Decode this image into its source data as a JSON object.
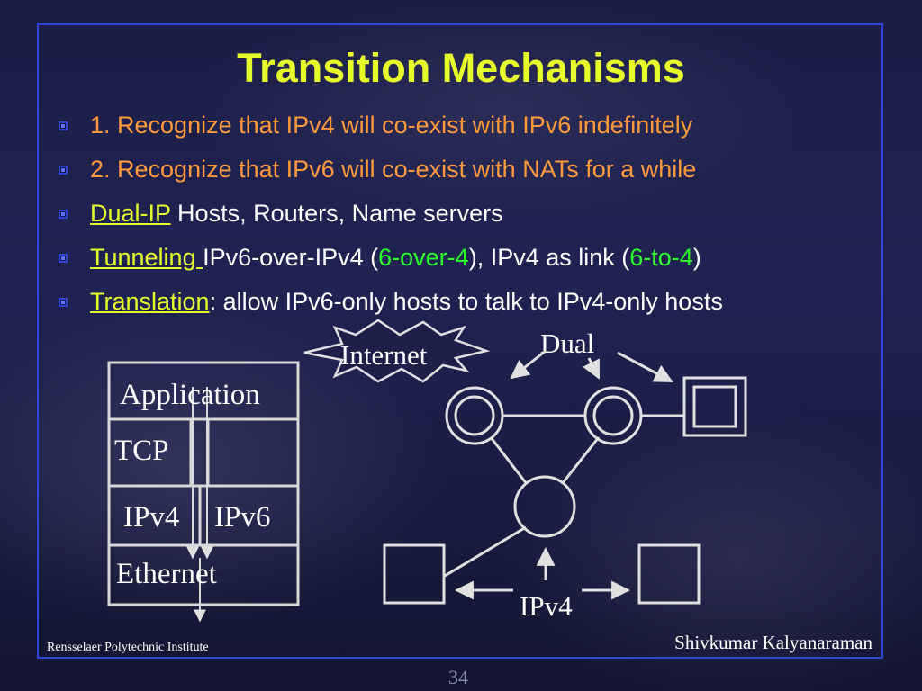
{
  "slide": {
    "title": "Transition Mechanisms",
    "bullets": [
      {
        "parts": [
          {
            "text": "1. Recognize that IPv4 will co-exist with IPv6 indefinitely",
            "style": "orange"
          }
        ]
      },
      {
        "parts": [
          {
            "text": "2. Recognize that IPv6 will co-exist with NATs for a while",
            "style": "orange"
          }
        ]
      },
      {
        "parts": [
          {
            "text": "Dual-IP",
            "style": "yellow u"
          },
          {
            "text": " Hosts, Routers, Name servers",
            "style": ""
          }
        ]
      },
      {
        "parts": [
          {
            "text": "Tunneling ",
            "style": "yellow u"
          },
          {
            "text": "IPv6-over-IPv4  (",
            "style": ""
          },
          {
            "text": "6-over-4",
            "style": "green"
          },
          {
            "text": "), IPv4 as link (",
            "style": ""
          },
          {
            "text": "6-to-4",
            "style": "green"
          },
          {
            "text": ")",
            "style": ""
          }
        ]
      },
      {
        "parts": [
          {
            "text": "Translation",
            "style": "yellow u"
          },
          {
            "text": ": allow IPv6-only hosts to talk to IPv4-only hosts",
            "style": ""
          }
        ]
      }
    ]
  },
  "diagram": {
    "stack": {
      "application": "Application",
      "tcp": "TCP",
      "ipv4": "IPv4",
      "ipv6": "IPv6",
      "ethernet": "Ethernet"
    },
    "internet_label": "Internet",
    "dual_label": "Dual",
    "ipv4_label": "IPv4"
  },
  "footer": {
    "institute": "Rensselaer Polytechnic Institute",
    "author": "Shivkumar Kalyanaraman",
    "page": "34"
  },
  "colors": {
    "title": "#e6ff2a",
    "orange_text": "#ff9a3c",
    "highlight_green": "#2bff2b",
    "frame_blue": "#2f45d8",
    "diagram_lines": "#e0e0e0"
  }
}
